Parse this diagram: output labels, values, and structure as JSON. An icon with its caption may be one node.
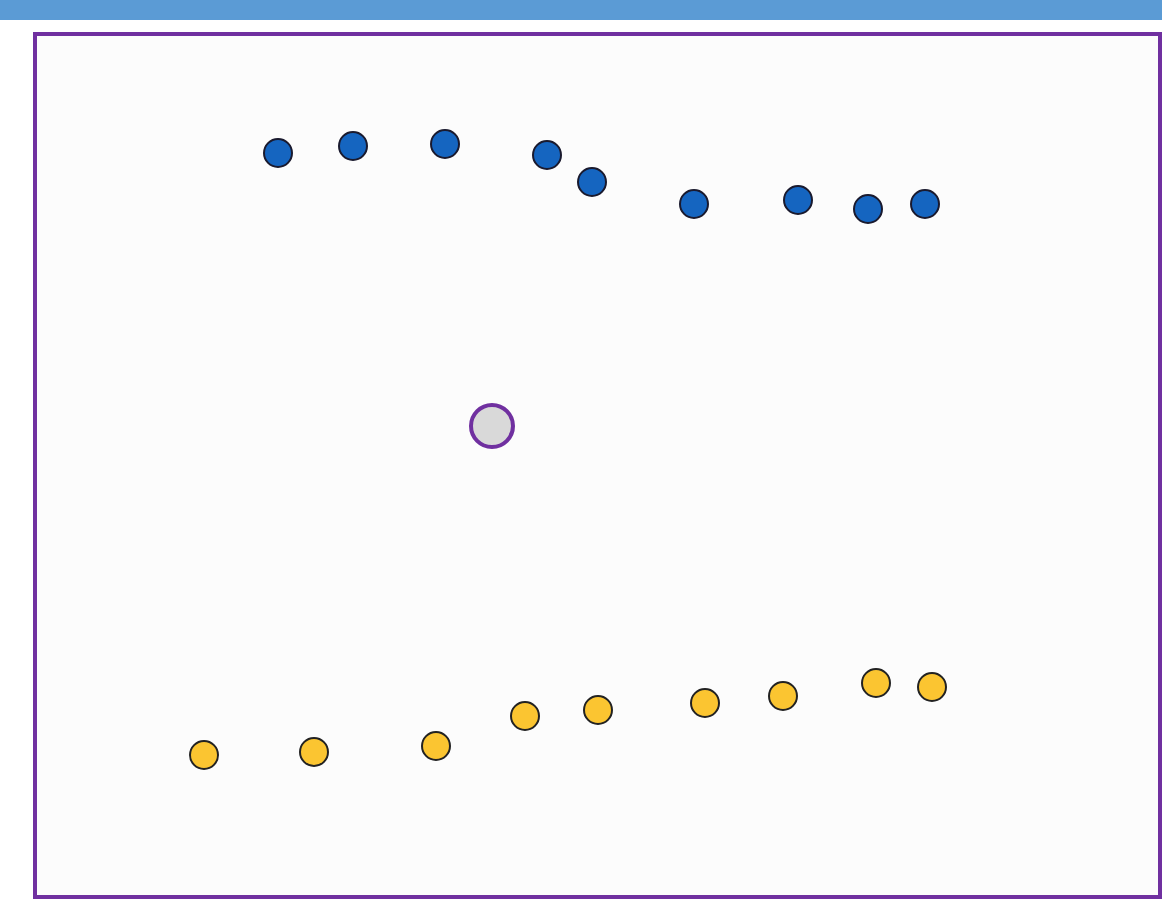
{
  "diagram": {
    "nodes": [
      {
        "text": [],
        "shape": "circle"
      },
      {
        "text": [],
        "shape": "circle"
      },
      {
        "text": [],
        "shape": "circle"
      },
      {
        "text": [],
        "shape": "circle"
      },
      {
        "text": [],
        "shape": "circle"
      },
      {
        "text": [],
        "shape": "circle"
      },
      {
        "text": [],
        "shape": "circle"
      },
      {
        "text": [],
        "shape": "circle"
      },
      {
        "text": [],
        "shape": "circle"
      },
      {
        "text": [],
        "shape": "circle"
      },
      {
        "text": [],
        "shape": "circle"
      },
      {
        "text": [],
        "shape": "circle"
      },
      {
        "text": [],
        "shape": "circle"
      },
      {
        "text": [],
        "shape": "circle"
      },
      {
        "text": [],
        "shape": "circle"
      },
      {
        "text": [],
        "shape": "circle"
      },
      {
        "text": [],
        "shape": "circle"
      },
      {
        "text": [],
        "shape": "circle"
      },
      {
        "text": [],
        "shape": "circle"
      }
    ]
  }
}
